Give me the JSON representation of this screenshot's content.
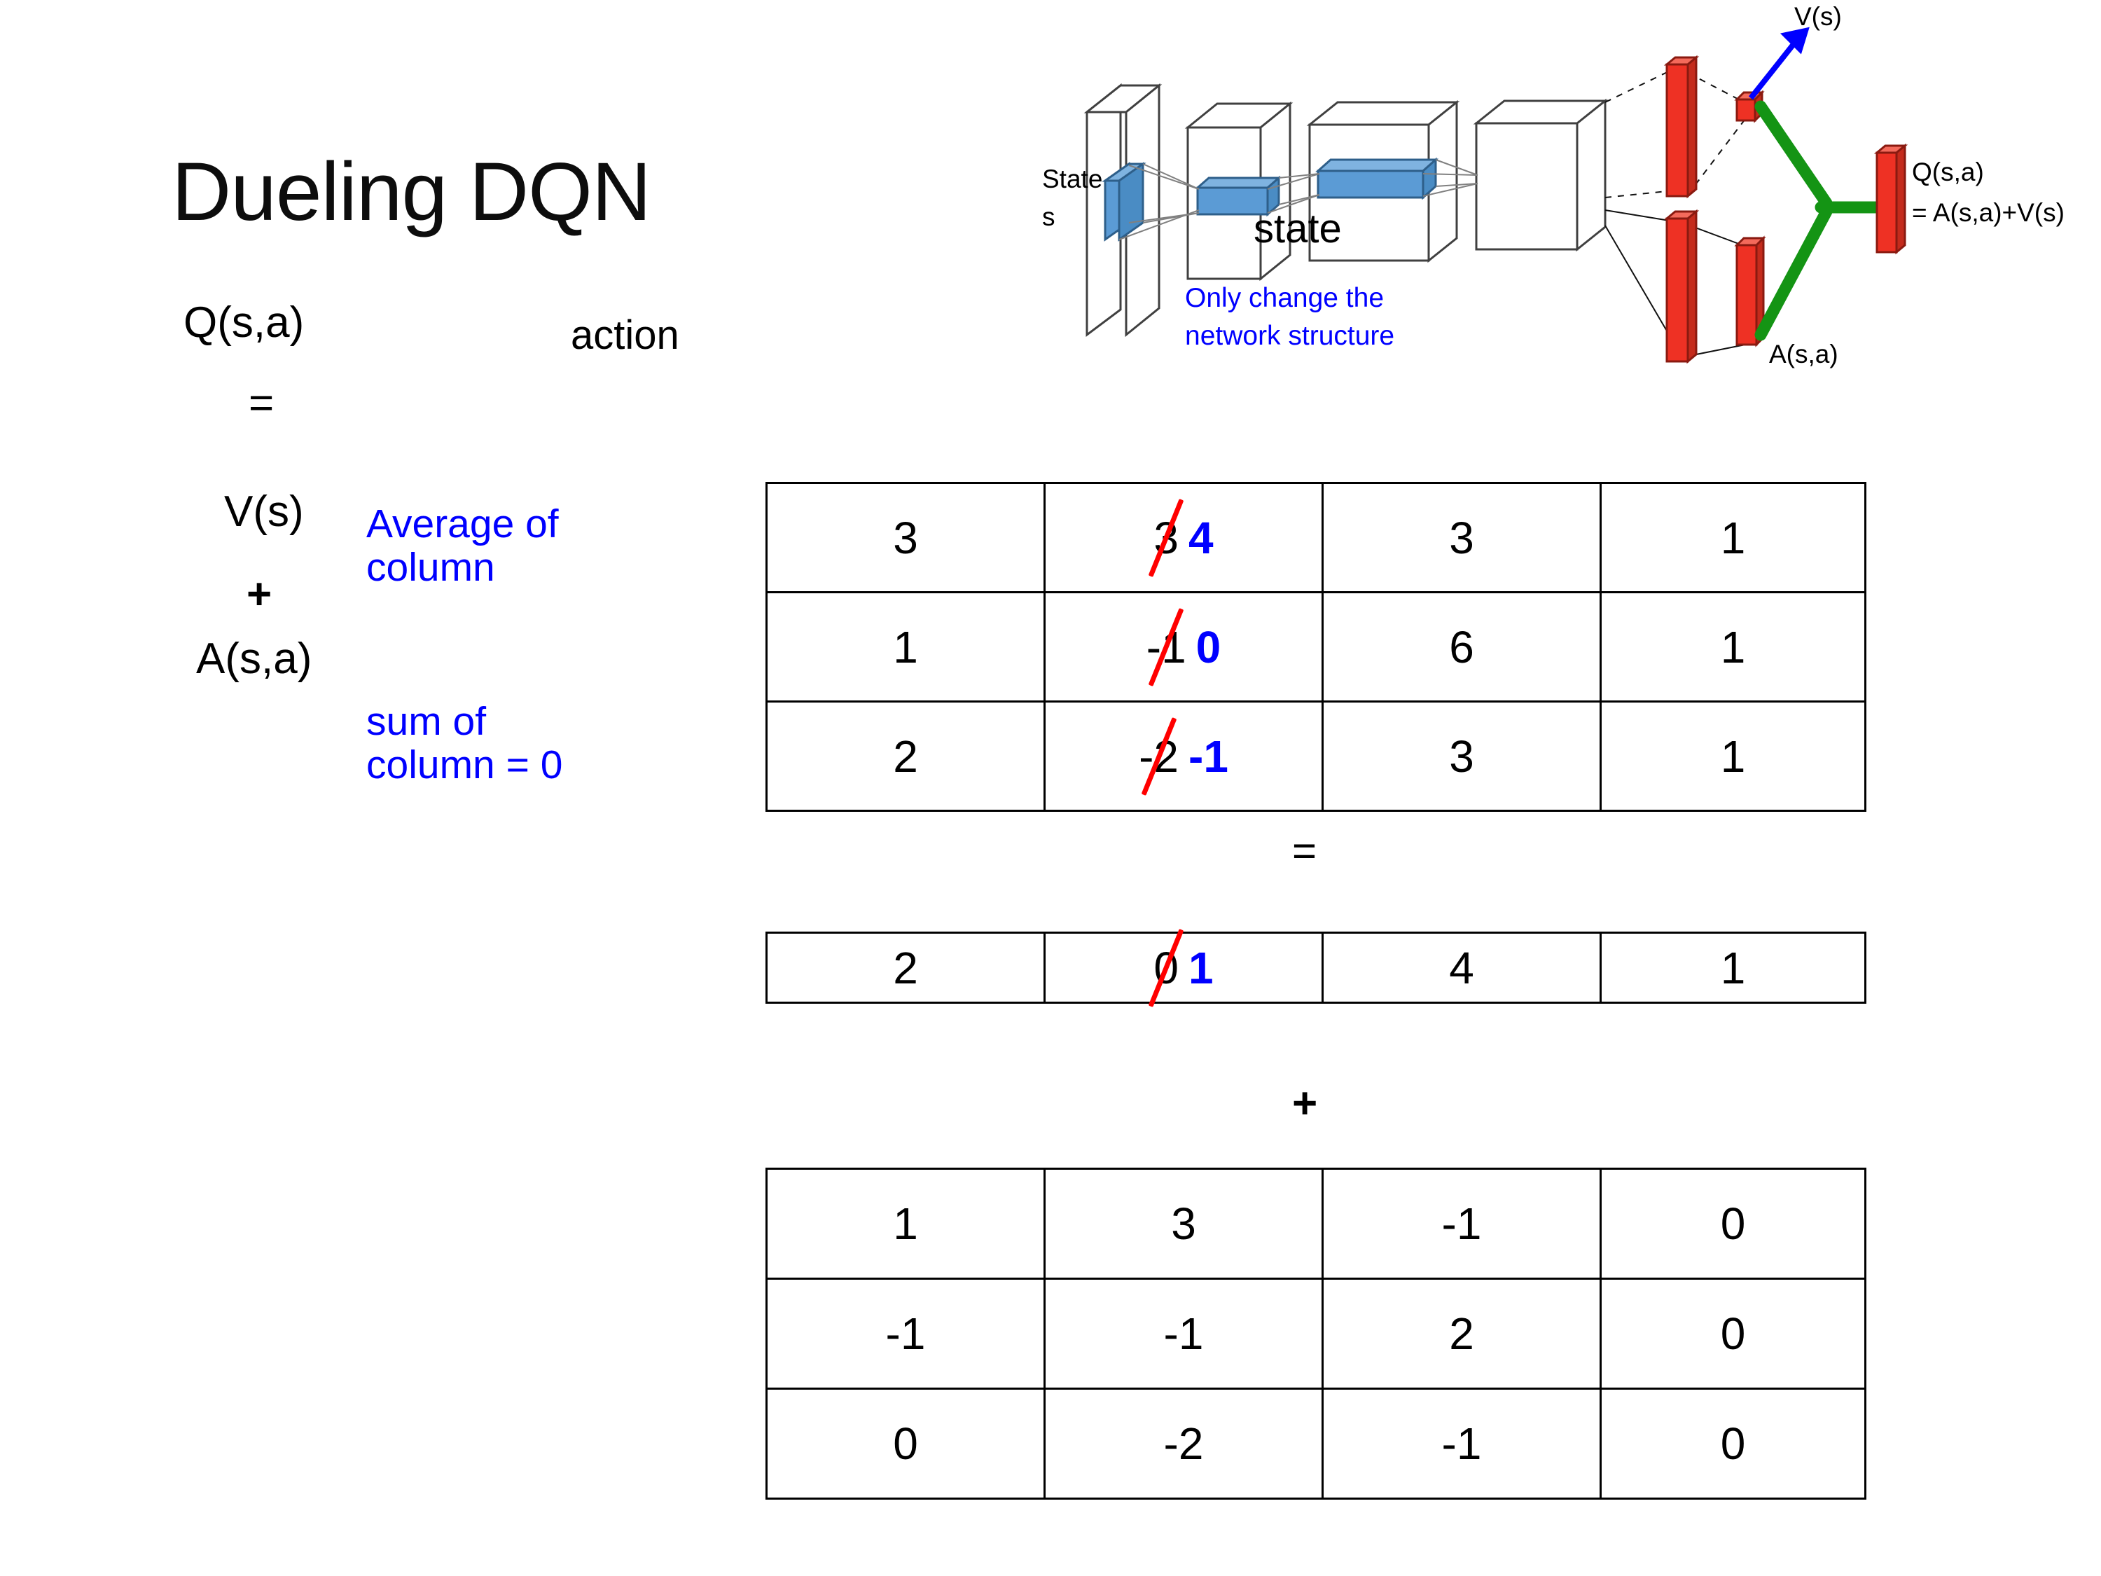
{
  "slide": {
    "title": "Dueling DQN"
  },
  "labels": {
    "q_label": "Q(s,a)",
    "v_label": "V(s)",
    "a_label": "A(s,a)",
    "equals_1": "=",
    "equals_2": "=",
    "plus_1": "+",
    "plus_2": "+",
    "action_axis": "action",
    "state_axis": "state"
  },
  "notes": {
    "average_of_column": "Average of column",
    "average_line1": "Average of",
    "average_line2": "column",
    "sum_of_column": "sum of column = 0",
    "sum_line1": "sum of",
    "sum_line2": "column = 0",
    "color": "#0000ff"
  },
  "diagram": {
    "state_label_line1": "State",
    "state_label_line2": "s",
    "caption_line1": "Only change the",
    "caption_line2": "network structure",
    "v_output": "V(s)",
    "a_output": "A(s,a)",
    "q_output_line1": "Q(s,a)",
    "q_output_line2": "= A(s,a)+V(s)",
    "colors": {
      "feature_blue": "#5b9bd5",
      "bar_red": "#ee3124",
      "combine_green": "#149414",
      "arrow_blue": "#0000ff",
      "caption_blue": "#0000ff"
    }
  },
  "tables": {
    "q_table": {
      "name": "Q(s,a)",
      "rows": [
        [
          {
            "value": "3"
          },
          {
            "value": "3",
            "struck": true,
            "corrected": "4"
          },
          {
            "value": "3"
          },
          {
            "value": "1"
          }
        ],
        [
          {
            "value": "1"
          },
          {
            "value": "-1",
            "struck": true,
            "corrected": "0"
          },
          {
            "value": "6"
          },
          {
            "value": "1"
          }
        ],
        [
          {
            "value": "2"
          },
          {
            "value": "-2",
            "struck": true,
            "corrected": "-1"
          },
          {
            "value": "3"
          },
          {
            "value": "1"
          }
        ]
      ]
    },
    "v_table": {
      "name": "V(s)",
      "rows": [
        [
          {
            "value": "2"
          },
          {
            "value": "0",
            "struck": true,
            "corrected": "1"
          },
          {
            "value": "4"
          },
          {
            "value": "1"
          }
        ]
      ]
    },
    "a_table": {
      "name": "A(s,a)",
      "rows": [
        [
          {
            "value": "1"
          },
          {
            "value": "3"
          },
          {
            "value": "-1"
          },
          {
            "value": "0"
          }
        ],
        [
          {
            "value": "-1"
          },
          {
            "value": "-1"
          },
          {
            "value": "2"
          },
          {
            "value": "0"
          }
        ],
        [
          {
            "value": "0"
          },
          {
            "value": "-2"
          },
          {
            "value": "-1"
          },
          {
            "value": "0"
          }
        ]
      ]
    }
  },
  "colors": {
    "strike_red": "#ff0000",
    "corrected_blue": "#0000ff",
    "text_black": "#000000",
    "background": "#ffffff"
  }
}
